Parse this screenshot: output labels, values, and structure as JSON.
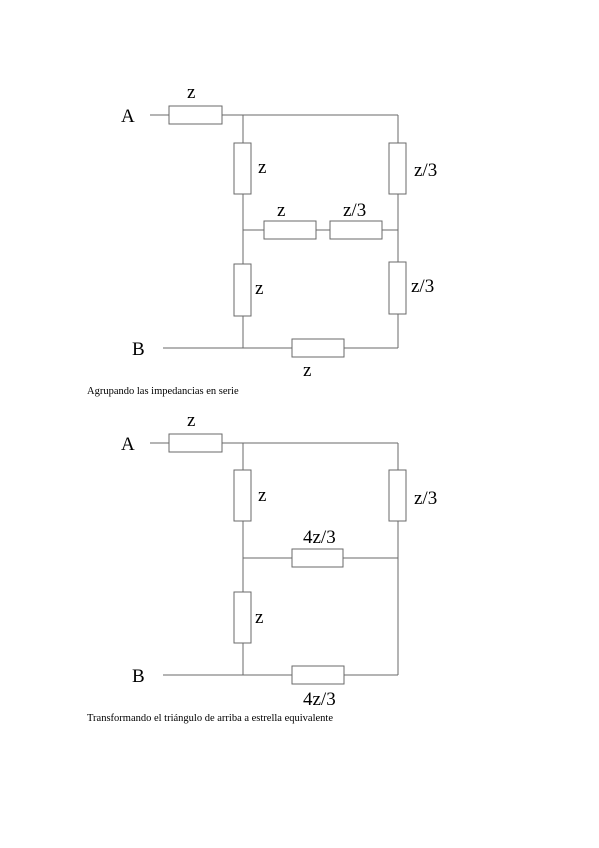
{
  "circuit1": {
    "node_a": "A",
    "node_b": "B",
    "labels": {
      "top_z": "z",
      "left_upper_z": "z",
      "right_upper": "z/3",
      "middle_z": "z",
      "middle_z3": "z/3",
      "left_lower_z": "z",
      "right_lower": "z/3",
      "bottom_z": "z"
    },
    "caption": "Agrupando las impedancias en serie"
  },
  "circuit2": {
    "node_a": "A",
    "node_b": "B",
    "labels": {
      "top_z": "z",
      "left_upper_z": "z",
      "right_upper": "z/3",
      "middle": "4z/3",
      "left_lower_z": "z",
      "bottom": "4z/3"
    },
    "caption": "Transformando el triángulo de arriba a estrella equivalente"
  }
}
